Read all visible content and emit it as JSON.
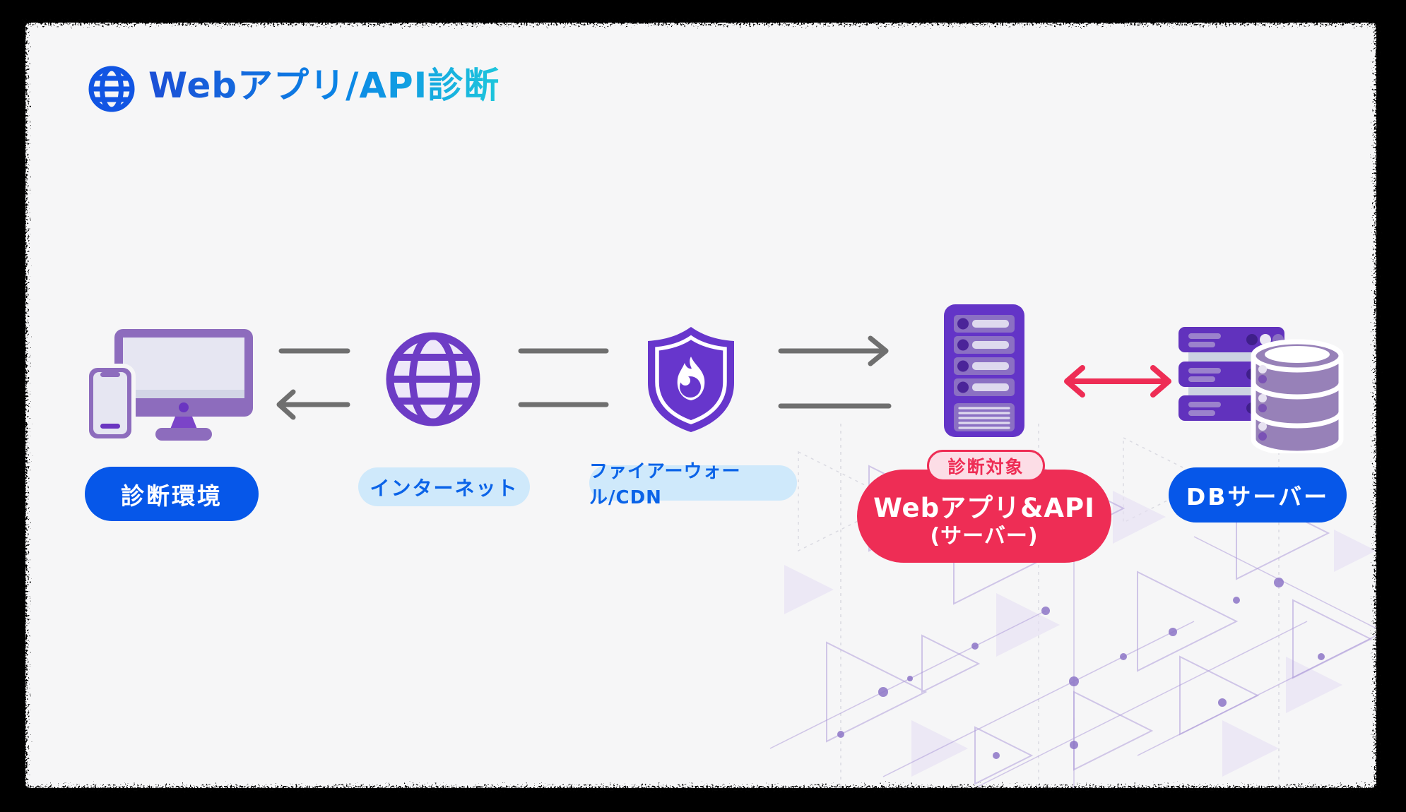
{
  "title": {
    "label": "Webアプリ/API診断"
  },
  "nodes": {
    "client": {
      "label": "診断環境"
    },
    "internet": {
      "label": "インターネット"
    },
    "firewall": {
      "label": "ファイアーウォール/CDN"
    },
    "webapp": {
      "badge": "診断対象",
      "label_line1": "Webアプリ&API",
      "label_line2": "(サーバー)"
    },
    "db": {
      "label": "DBサーバー"
    }
  },
  "colors": {
    "primary_blue_pill": "#0657e9",
    "light_blue_tag_bg": "#cfe9fb",
    "tag_text_blue": "#0a63e8",
    "target_red": "#ee2d55",
    "badge_bg_pink": "#fcdde6",
    "icon_purple_dark": "#6334c7",
    "icon_purple_medium": "#8d6cbd",
    "icon_purple_muted": "#9781b8",
    "arrow_gray": "#6f6f6f",
    "title_gradient_start": "#1c4fd6",
    "title_gradient_end": "#1ec6dc",
    "card_background": "#f6f6f7",
    "frame_black": "#050505"
  }
}
